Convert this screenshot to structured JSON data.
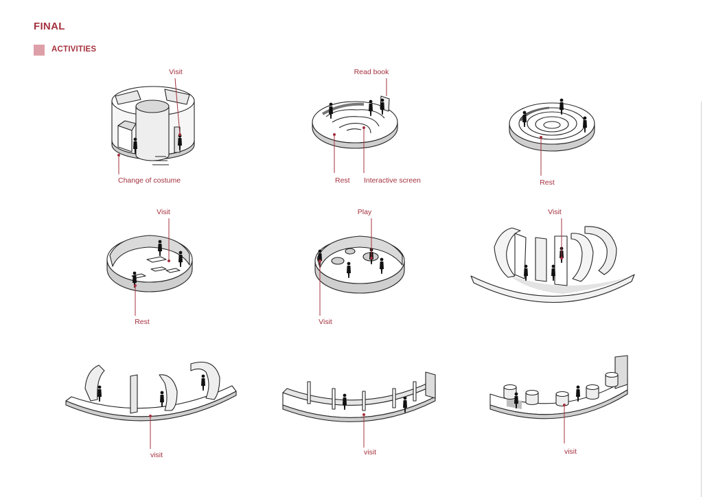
{
  "header": {
    "title": "FINAL",
    "section_label": "ACTIVITIES"
  },
  "colors": {
    "accent": "#a4303d",
    "swatch": "#dea0a8",
    "line": "#222222",
    "shade": "#cfcfcf",
    "shade_light": "#e9e9e9"
  },
  "diagrams": [
    {
      "name": "pavilion-1",
      "labels": [
        "Visit",
        "Change of costume"
      ]
    },
    {
      "name": "pavilion-2",
      "labels": [
        "Read book",
        "Rest",
        "Interactive screen"
      ]
    },
    {
      "name": "pavilion-3",
      "labels": [
        "Rest"
      ]
    },
    {
      "name": "pavilion-4",
      "labels": [
        "Visit",
        "Rest"
      ]
    },
    {
      "name": "pavilion-5",
      "labels": [
        "Play",
        "Visit"
      ]
    },
    {
      "name": "pavilion-6",
      "labels": [
        "Visit"
      ]
    },
    {
      "name": "pavilion-7",
      "labels": [
        "visit"
      ]
    },
    {
      "name": "pavilion-8",
      "labels": [
        "visit"
      ]
    },
    {
      "name": "pavilion-9",
      "labels": [
        "visit"
      ]
    }
  ]
}
